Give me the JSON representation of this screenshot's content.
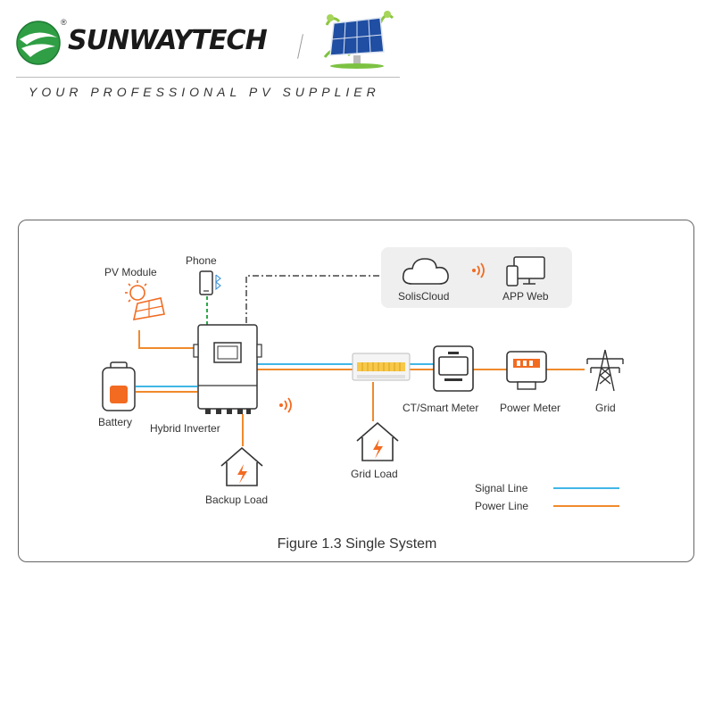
{
  "header": {
    "brand_name": "SUNWAYTECH",
    "registered_mark": "®",
    "tagline": "YOUR PROFESSIONAL PV SUPPLIER"
  },
  "diagram": {
    "caption": "Figure 1.3 Single System",
    "nodes": {
      "pv_module": "PV Module",
      "phone": "Phone",
      "battery": "Battery",
      "hybrid_inverter": "Hybrid Inverter",
      "backup_load": "Backup Load",
      "grid_load": "Grid Load",
      "ct_smart_meter": "CT/Smart Meter",
      "power_meter": "Power Meter",
      "grid": "Grid",
      "solis_cloud": "SolisCloud",
      "app_web": "APP Web"
    },
    "legend": {
      "signal_line": "Signal Line",
      "power_line": "Power Line"
    },
    "colors": {
      "signal": "#41b6e6",
      "power": "#f08a2c",
      "bluetooth": "#3a8fd8",
      "link": "#2ea84a",
      "accent": "#f26b21"
    }
  }
}
